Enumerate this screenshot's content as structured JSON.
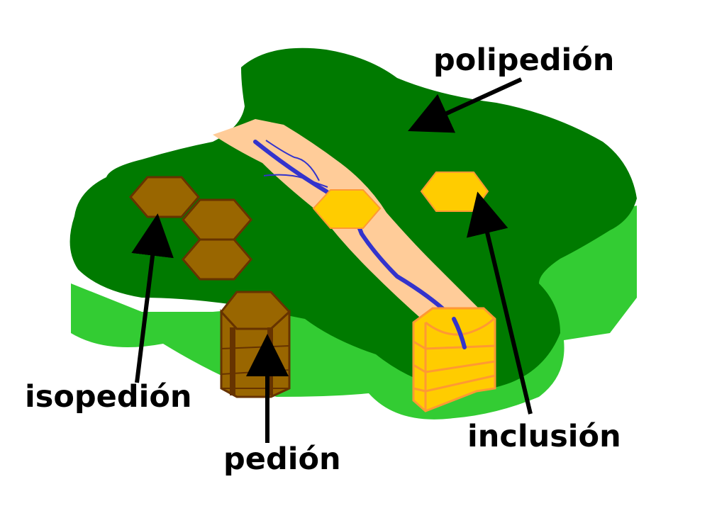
{
  "labels": {
    "polipedion": "polipedión",
    "isopedion": "isopedión",
    "pedion": "pedión",
    "inclusion": "inclusión"
  },
  "colors": {
    "land_side": "#33cc33",
    "land_top": "#007a00",
    "floodplain": "#ffcc99",
    "river": "#3333cc",
    "inclusion_fill": "#ffcc00",
    "inclusion_edge": "#ff9933",
    "isopedion_fill": "#996600",
    "isopedion_edge": "#663300",
    "arrow": "#000000"
  }
}
